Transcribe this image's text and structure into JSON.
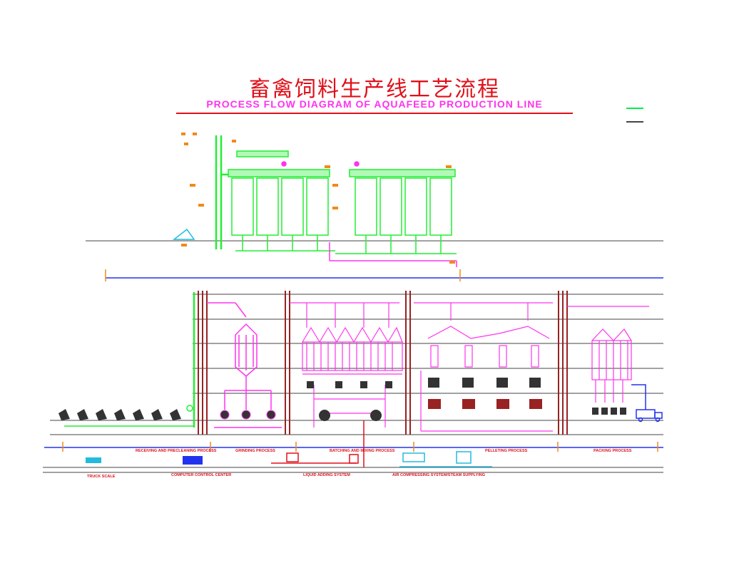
{
  "title": {
    "chinese": "畜禽饲料生产线工艺流程",
    "english": "PROCESS FLOW DIAGRAM OF AQUAFEED PRODUCTION LINE"
  },
  "legend": {
    "colors": [
      "#00ee44",
      "#444444"
    ]
  },
  "stages_top": [
    {
      "name": "raw-material-silos",
      "label": ""
    }
  ],
  "stages": [
    {
      "name": "stage-receiving",
      "label": "RECEIVING AND PRECLEANING PROCESS"
    },
    {
      "name": "stage-grinding",
      "label": "GRINDING PROCESS"
    },
    {
      "name": "stage-batching",
      "label": "BATCHING AND MIXING PROCESS"
    },
    {
      "name": "stage-pelleting",
      "label": "PELLETING PROCESS"
    },
    {
      "name": "stage-packing",
      "label": "PACKING PROCESS"
    }
  ],
  "auxiliary": [
    {
      "name": "aux-truck-scale",
      "label": "TRUCK SCALE"
    },
    {
      "name": "aux-control-center",
      "label": "COMPUTER CONTROL CENTER"
    },
    {
      "name": "aux-liquid-adding",
      "label": "LIQUID ADDING SYSTEM"
    },
    {
      "name": "aux-air-compressing",
      "label": "AIR COMPRESSING SYSTEM/STEAM SUPPLYING"
    }
  ],
  "colors": {
    "pink": "#ff33ee",
    "green": "#22ee33",
    "red": "#e0101a",
    "dark_red": "#992222",
    "blue": "#2233ee",
    "cyan": "#22bbdd",
    "orange": "#f08a1a",
    "gray": "#333333"
  }
}
